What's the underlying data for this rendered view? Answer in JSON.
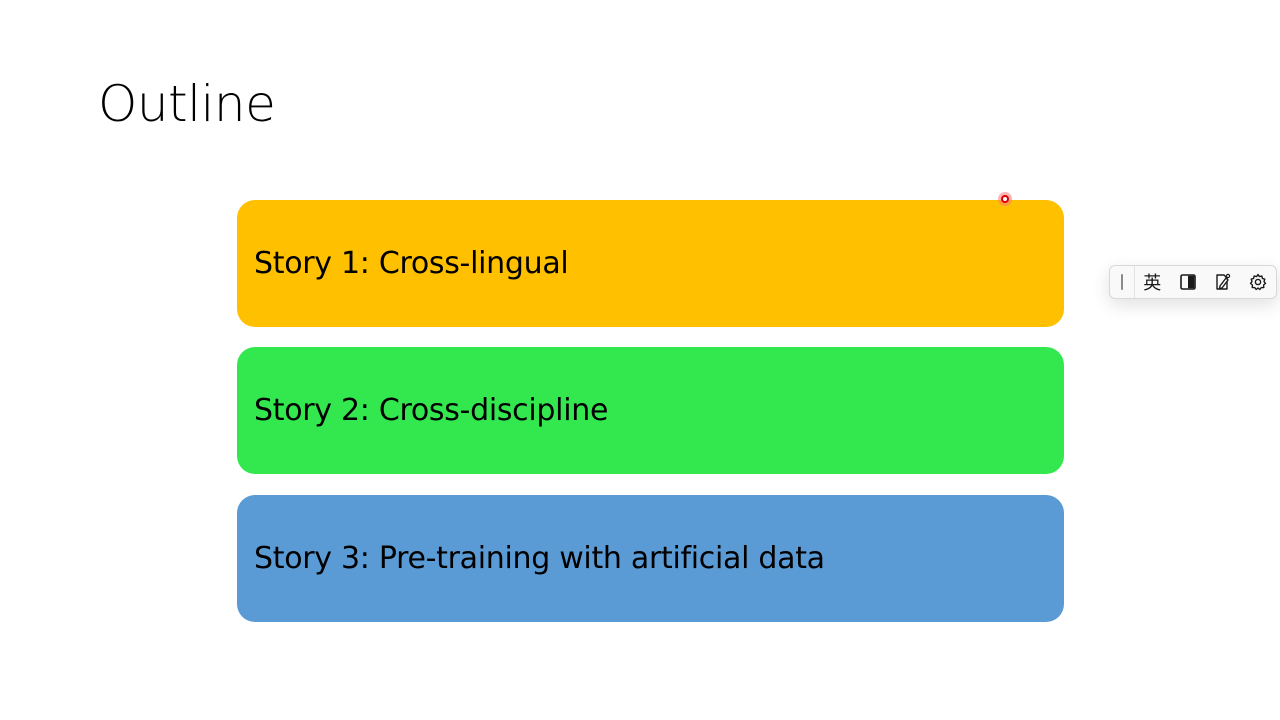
{
  "slide": {
    "title": "Outline",
    "stories": [
      {
        "label": "Story 1: Cross-lingual",
        "color": "#FFC000"
      },
      {
        "label": "Story 2: Cross-discipline",
        "color": "#33E84F"
      },
      {
        "label": "Story 3: Pre-training with artificial data",
        "color": "#5B9BD5"
      }
    ]
  },
  "ime_toolbar": {
    "language_mode": "英",
    "icons": [
      "toolbar-grip-icon",
      "half-width-icon",
      "handwriting-pen-icon",
      "gear-icon"
    ]
  }
}
